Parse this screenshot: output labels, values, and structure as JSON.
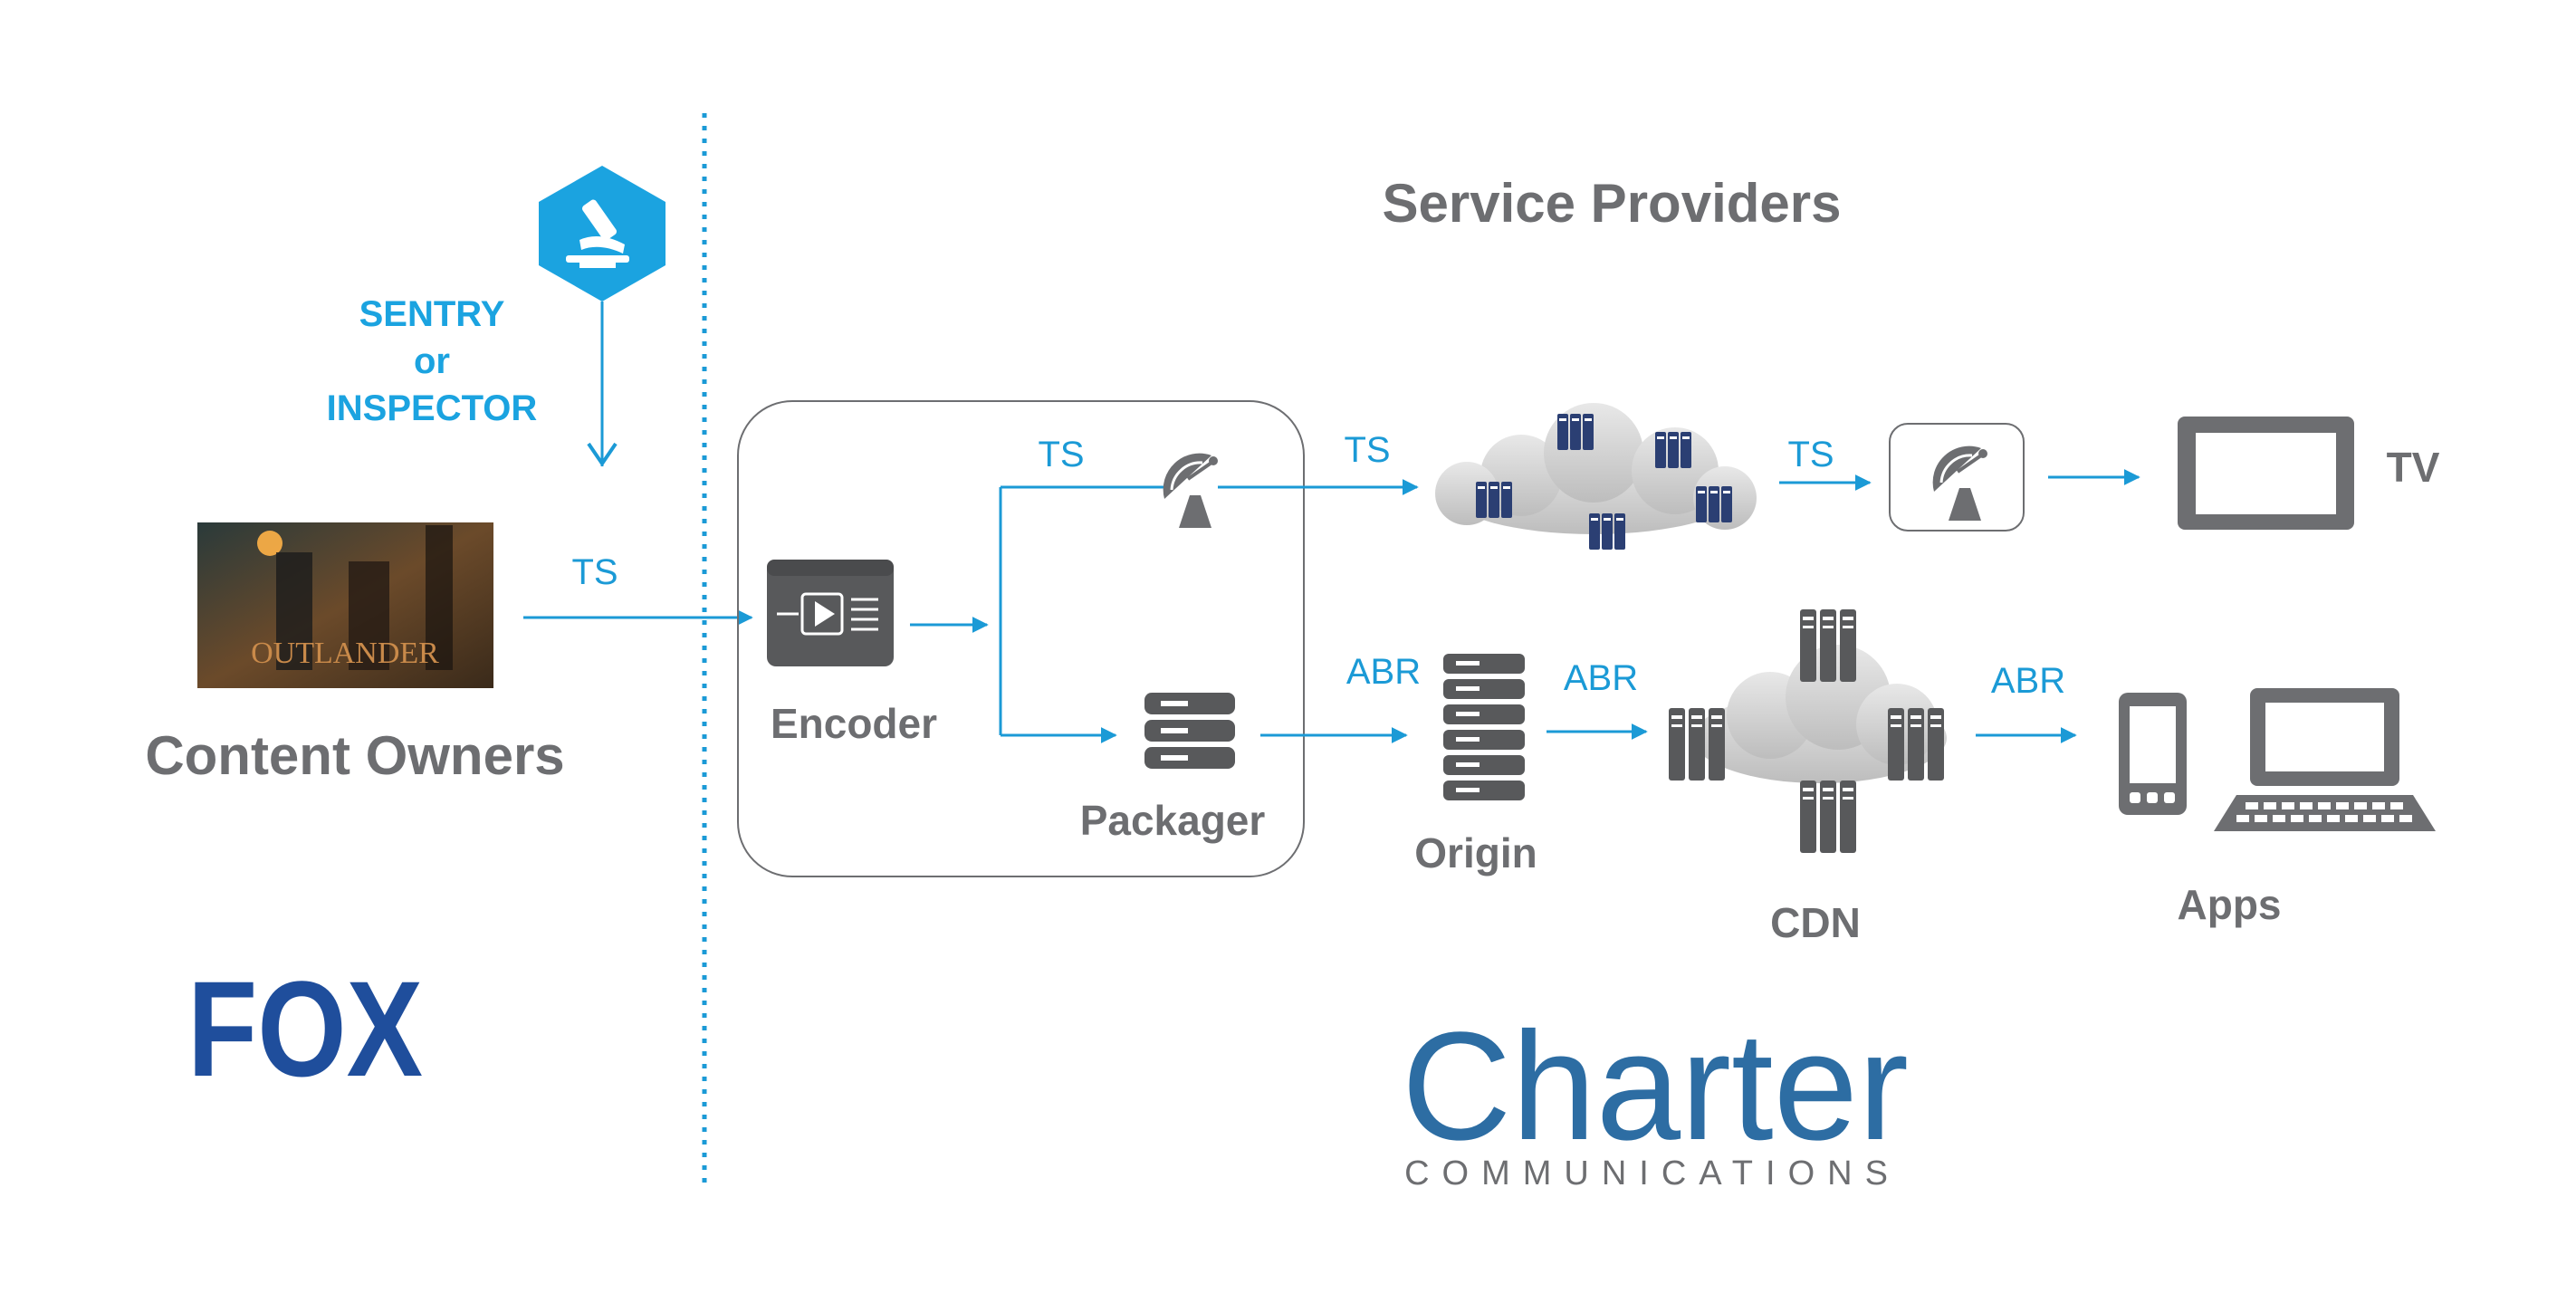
{
  "headings": {
    "service_providers": "Service Providers",
    "content_owners": "Content Owners"
  },
  "tool": {
    "line1": "SENTRY",
    "line2": "or",
    "line3": "INSPECTOR",
    "icon": "microscope-icon"
  },
  "nodes": {
    "encoder": "Encoder",
    "packager": "Packager",
    "origin": "Origin",
    "cdn": "CDN",
    "tv": "TV",
    "apps": "Apps"
  },
  "flows": {
    "owner_to_encoder": "TS",
    "encoder_to_satellite": "TS",
    "satellite_to_cloud": "TS",
    "cloud_to_receiver": "TS",
    "packager_to_origin": "ABR",
    "origin_to_cdn": "ABR",
    "cdn_to_apps": "ABR"
  },
  "thumbnail": {
    "title": "OUTLANDER"
  },
  "logos": {
    "fox": "FOX",
    "charter": "Charter",
    "charter_sub": "COMMUNICATIONS"
  },
  "colors": {
    "accent_blue": "#1b9ad6",
    "icon_gray": "#6d6e71",
    "charter_blue": "#2d6da3",
    "fox_blue": "#1f4e9c"
  }
}
